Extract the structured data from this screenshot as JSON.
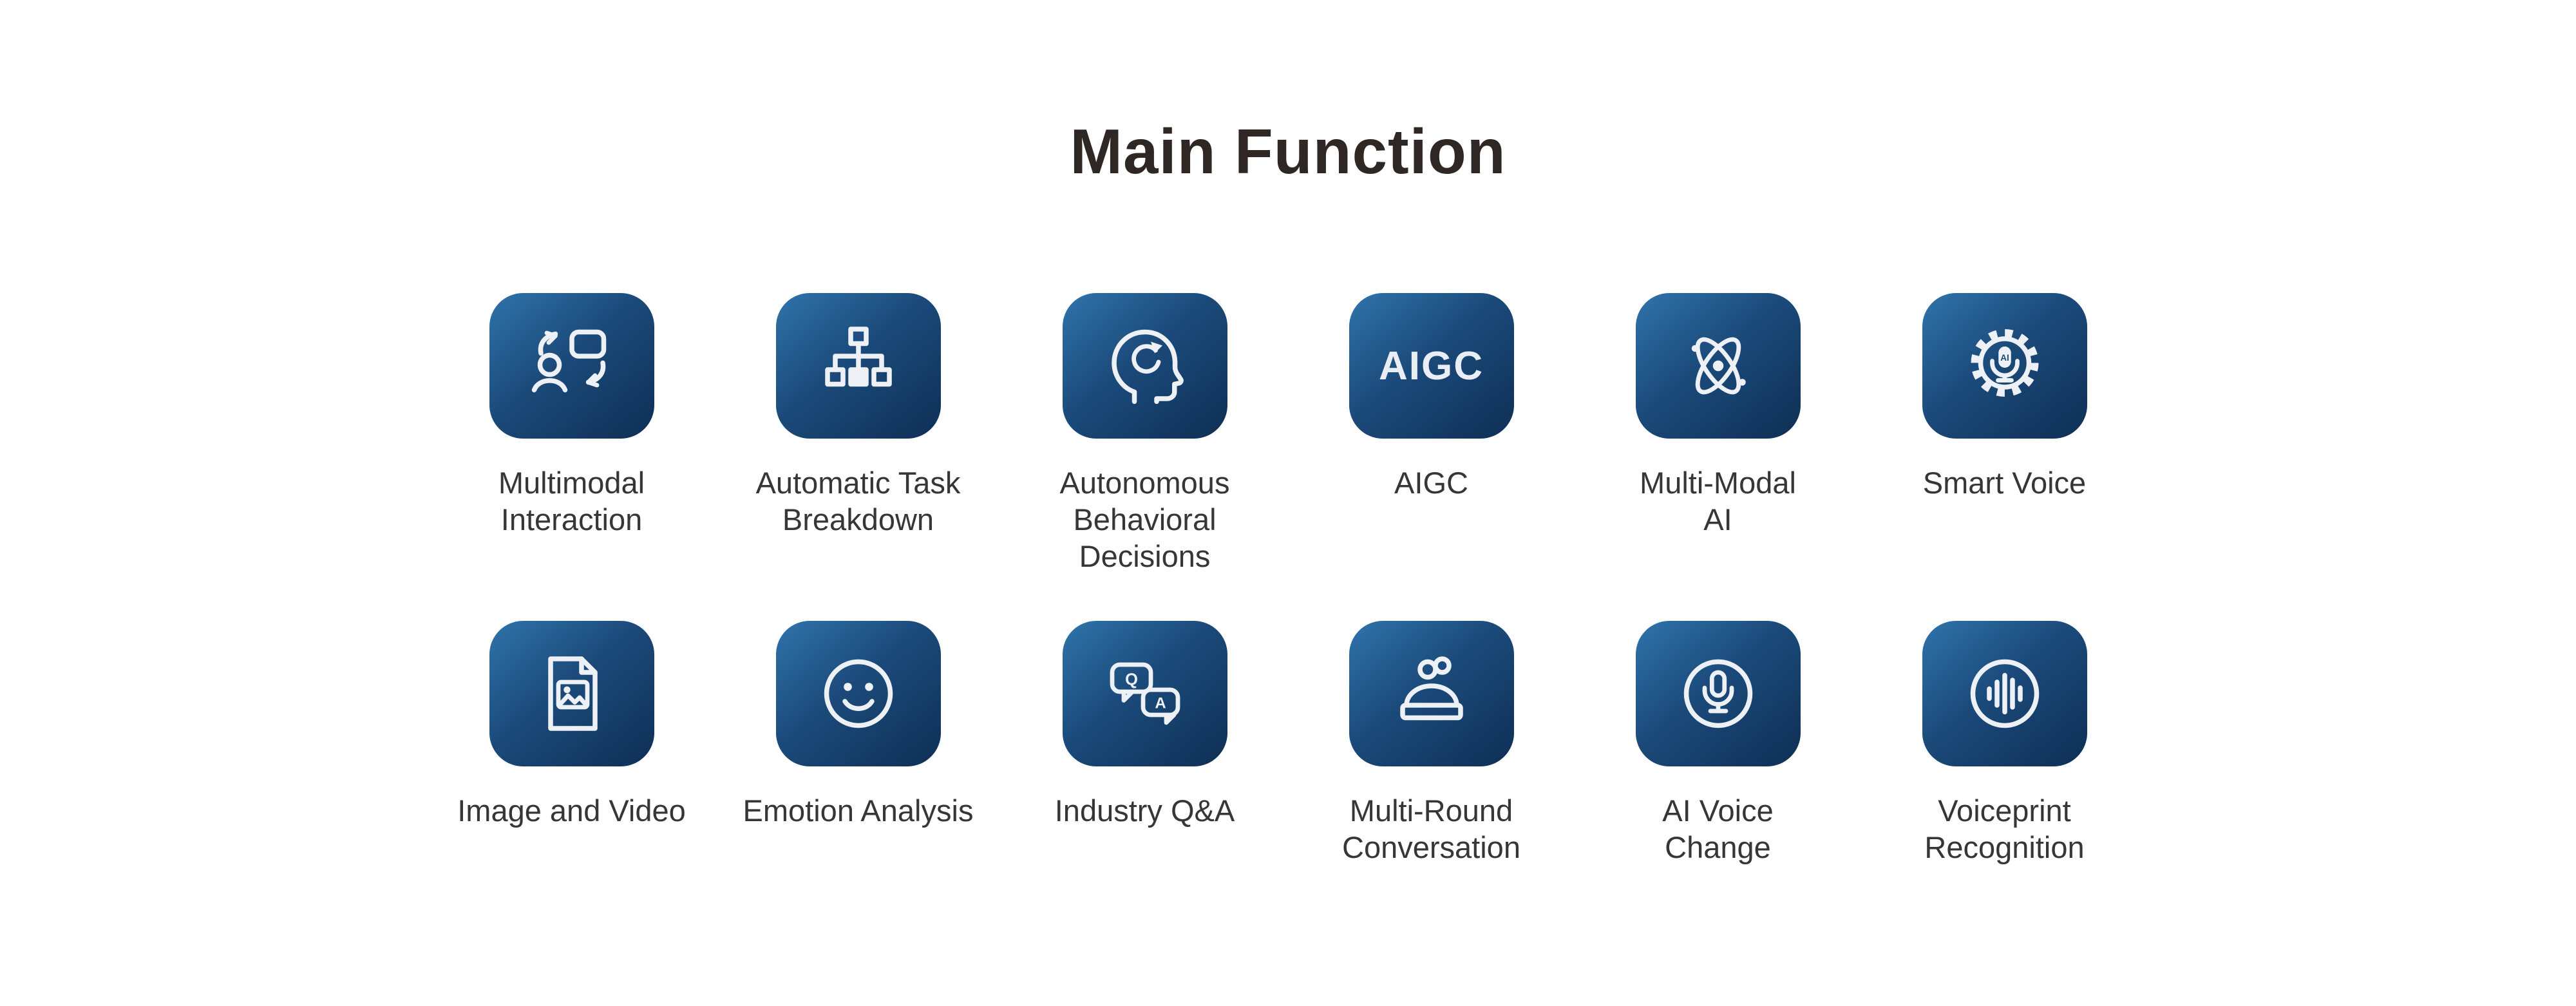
{
  "page": {
    "title": "Main Function"
  },
  "colors": {
    "background": "#ffffff",
    "title_color": "#2e2723",
    "label_color": "#363636",
    "tile_gradient_start": "#2f74ab",
    "tile_gradient_end": "#0e2f55",
    "icon_color": "#edf1f5"
  },
  "features": {
    "row1": [
      {
        "label": "Multimodal\nInteraction",
        "icon": "multimodal-interaction-icon"
      },
      {
        "label": "Automatic Task\nBreakdown",
        "icon": "task-breakdown-flowchart-icon"
      },
      {
        "label": "Autonomous\nBehavioral\nDecisions",
        "icon": "head-refresh-icon"
      },
      {
        "label": "AIGC",
        "icon": "aigc-text-icon",
        "icon_text": "AIGC"
      },
      {
        "label": "Multi-Modal\nAI",
        "icon": "atom-icon"
      },
      {
        "label": "Smart Voice",
        "icon": "gear-microphone-icon",
        "icon_text": "AI"
      }
    ],
    "row2": [
      {
        "label": "Image and Video",
        "icon": "media-document-icon"
      },
      {
        "label": "Emotion Analysis",
        "icon": "smiley-face-icon"
      },
      {
        "label": "Industry Q&A",
        "icon": "qa-speech-bubbles-icon",
        "icon_letters": {
          "q": "Q",
          "a": "A"
        }
      },
      {
        "label": "Multi-Round\nConversation",
        "icon": "conversation-desk-icon"
      },
      {
        "label": "AI Voice\nChange",
        "icon": "microphone-circle-icon"
      },
      {
        "label": "Voiceprint\nRecognition",
        "icon": "waveform-circle-icon"
      }
    ]
  }
}
